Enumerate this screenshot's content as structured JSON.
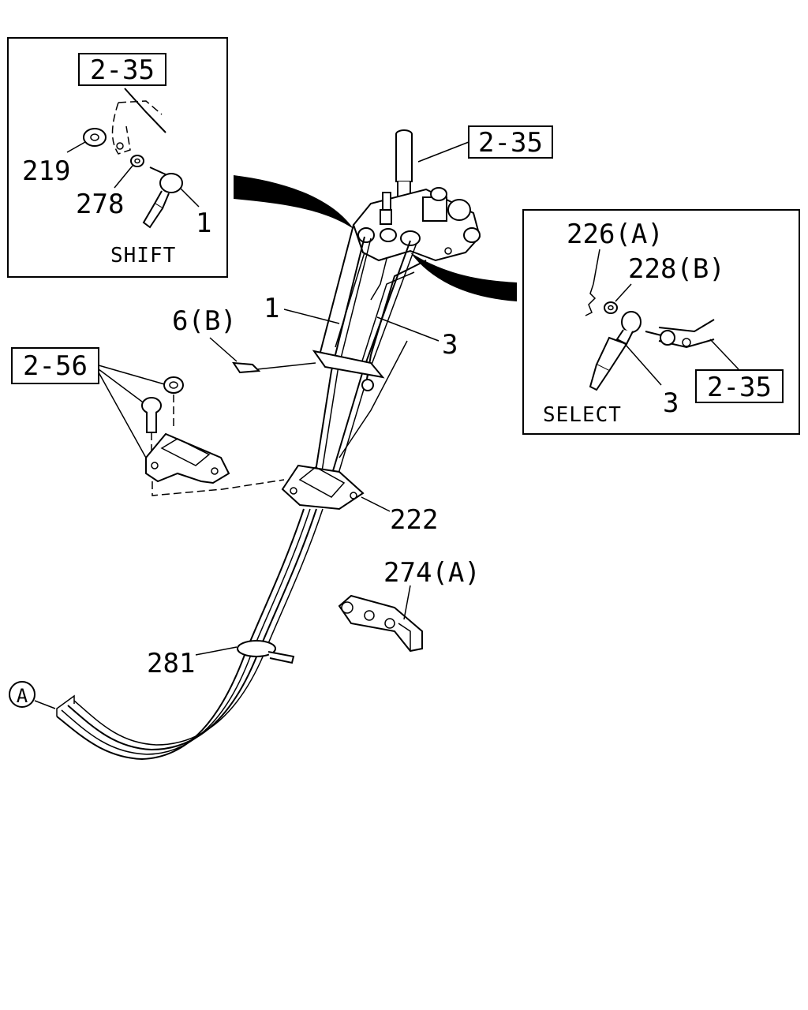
{
  "callouts": {
    "ref_2_35_shift": "2-35",
    "ref_2_35_top": "2-35",
    "ref_2_35_select": "2-35",
    "ref_2_56": "2-56",
    "p219": "219",
    "p278": "278",
    "p1_shift": "1",
    "p1_main": "1",
    "p3_main": "3",
    "p3_select": "3",
    "p6b": "6(B)",
    "p226a": "226(A)",
    "p228b": "228(B)",
    "p222": "222",
    "p274a": "274(A)",
    "p281": "281",
    "circle_a": "A"
  },
  "captions": {
    "shift": "SHIFT",
    "select": "SELECT"
  }
}
